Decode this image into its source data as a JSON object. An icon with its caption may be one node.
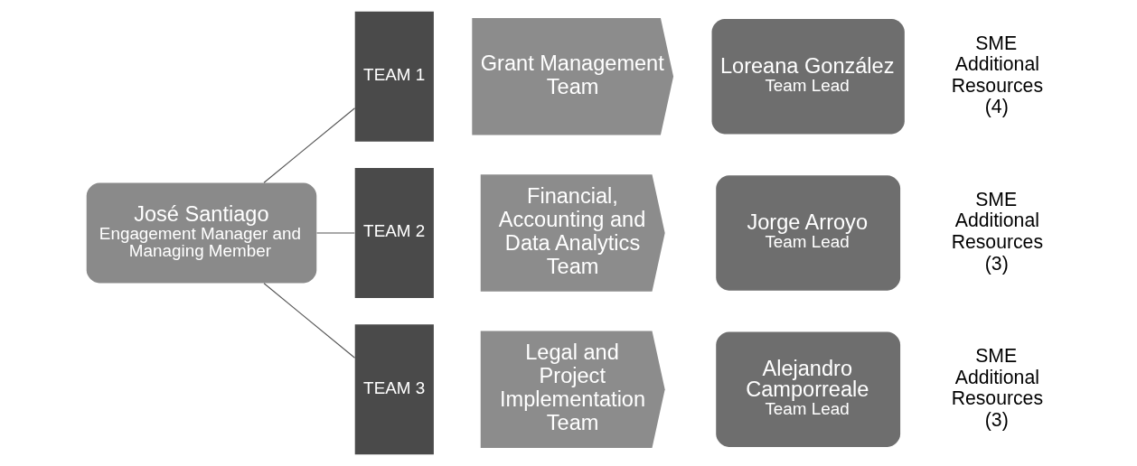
{
  "diagram": {
    "nodes": [
      {
        "text": [
          "José Santiago",
          "Engagement Manager and Managing Member"
        ]
      },
      {
        "text": [
          "TEAM 1"
        ]
      },
      {
        "text": [
          "Grant Management Team"
        ]
      },
      {
        "text": [
          "Loreana González",
          "Team Lead"
        ],
        "beside": [
          "SME Additional Resources (4)"
        ]
      },
      {
        "text": [
          "TEAM 2"
        ]
      },
      {
        "text": [
          "Financial, Accounting and Data Analytics Team"
        ]
      },
      {
        "text": [
          "Jorge Arroyo",
          "Team Lead"
        ],
        "beside": [
          "SME Additional Resources (3)"
        ]
      },
      {
        "text": [
          "TEAM 3"
        ]
      },
      {
        "text": [
          "Legal and Project Implementation Team"
        ]
      },
      {
        "text": [
          "Alejandro Camporreale",
          "Team Lead"
        ],
        "beside": [
          "SME Additional Resources (3)"
        ]
      }
    ],
    "edges": [
      {
        "from": 0,
        "to": 1,
        "arrow": "none"
      },
      {
        "from": 0,
        "to": 4,
        "arrow": "none"
      },
      {
        "from": 0,
        "to": 7,
        "arrow": "none"
      }
    ]
  }
}
